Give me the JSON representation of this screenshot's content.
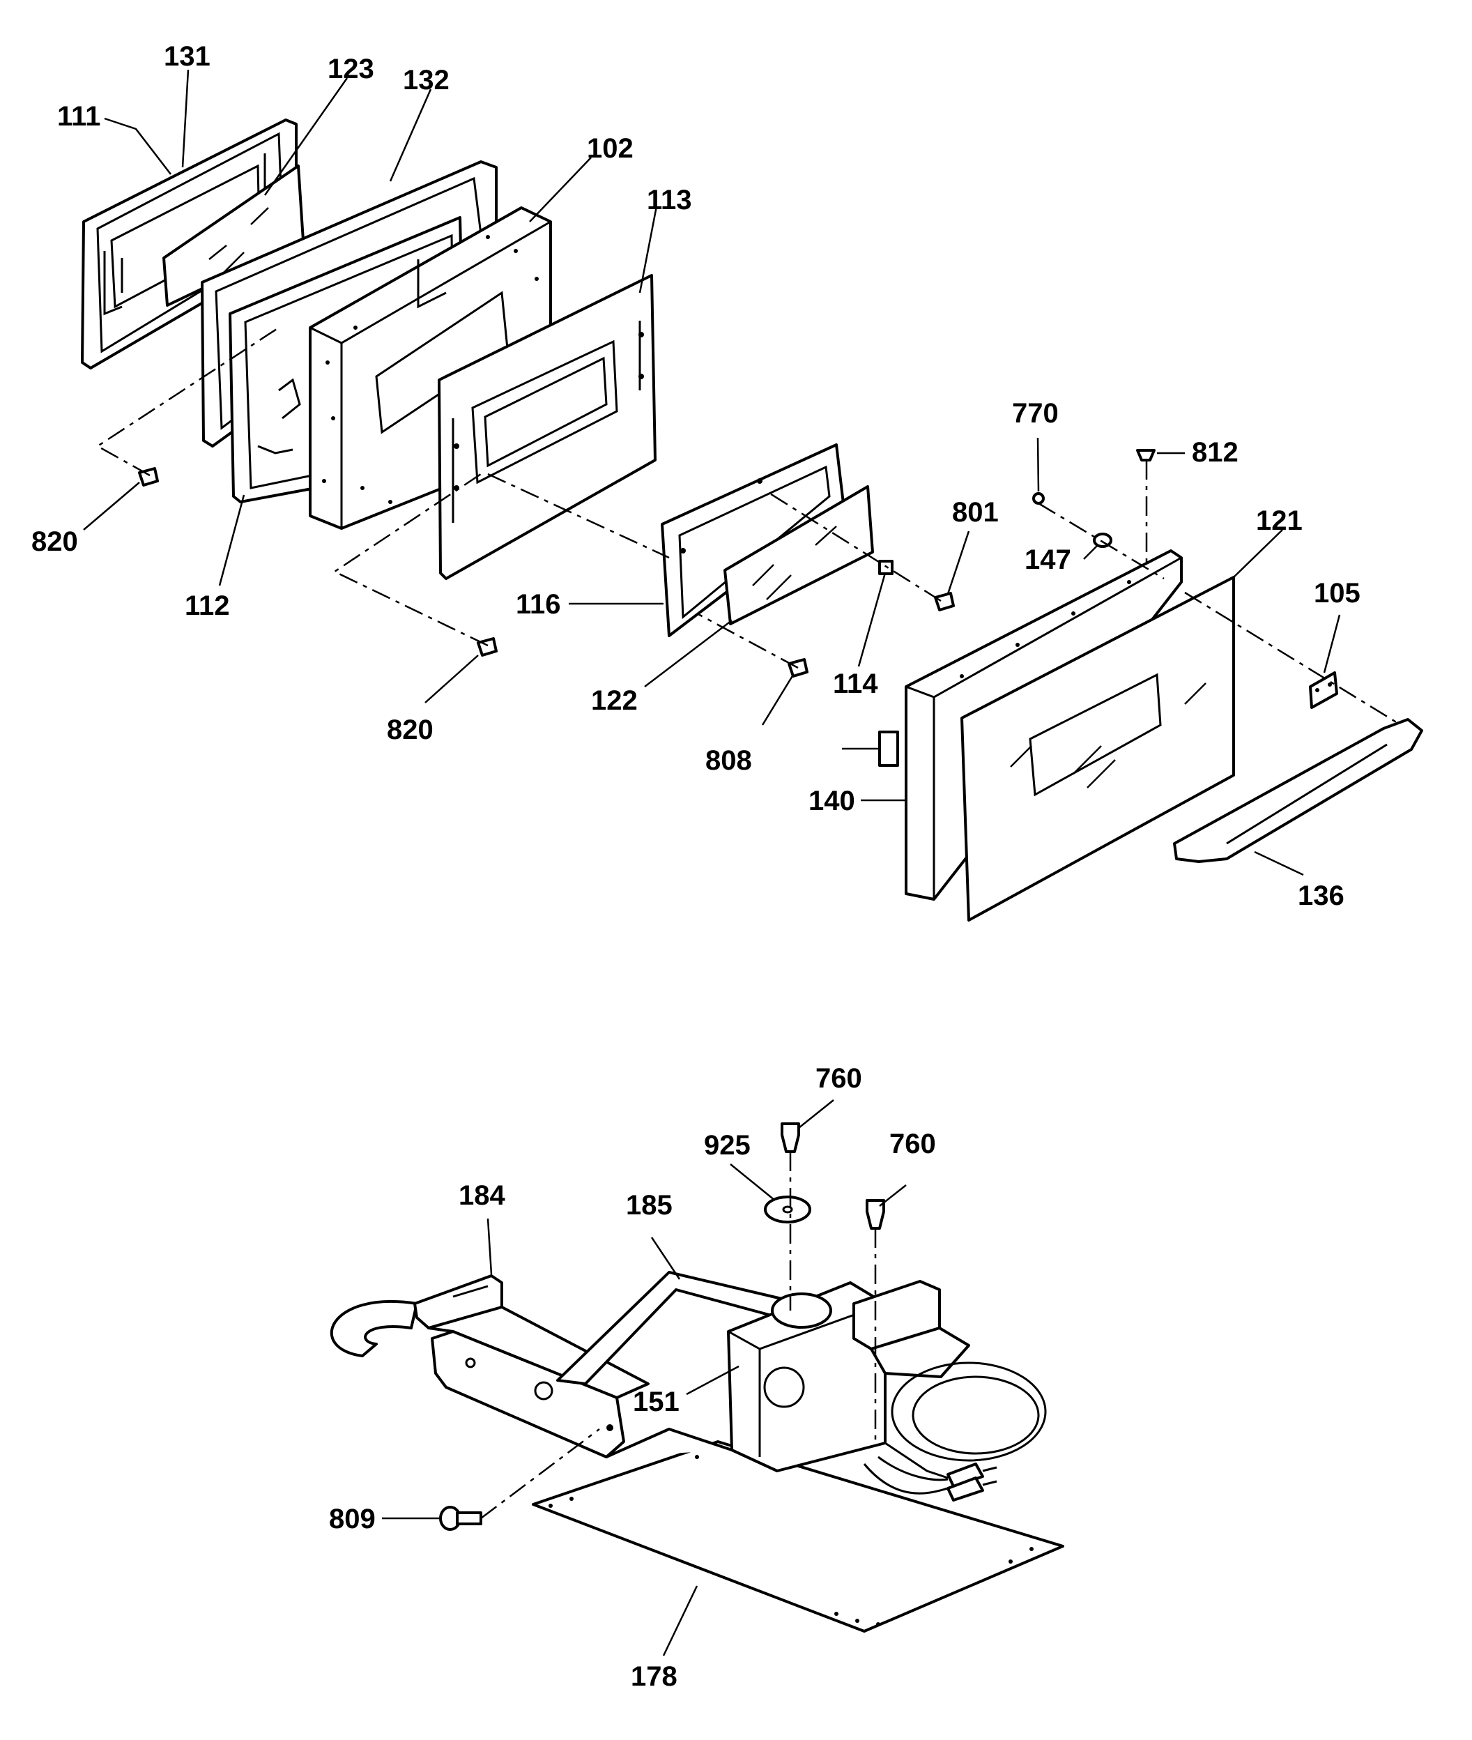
{
  "diagram": {
    "callouts": [
      {
        "id": "111",
        "text": "111"
      },
      {
        "id": "131",
        "text": "131"
      },
      {
        "id": "123",
        "text": "123"
      },
      {
        "id": "132",
        "text": "132"
      },
      {
        "id": "102",
        "text": "102"
      },
      {
        "id": "113",
        "text": "113"
      },
      {
        "id": "820a",
        "text": "820"
      },
      {
        "id": "112",
        "text": "112"
      },
      {
        "id": "820b",
        "text": "820"
      },
      {
        "id": "116",
        "text": "116"
      },
      {
        "id": "122",
        "text": "122"
      },
      {
        "id": "808",
        "text": "808"
      },
      {
        "id": "114",
        "text": "114"
      },
      {
        "id": "801",
        "text": "801"
      },
      {
        "id": "770",
        "text": "770"
      },
      {
        "id": "812",
        "text": "812"
      },
      {
        "id": "147",
        "text": "147"
      },
      {
        "id": "121",
        "text": "121"
      },
      {
        "id": "105",
        "text": "105"
      },
      {
        "id": "140",
        "text": "140"
      },
      {
        "id": "136",
        "text": "136"
      },
      {
        "id": "760a",
        "text": "760"
      },
      {
        "id": "925",
        "text": "925"
      },
      {
        "id": "760b",
        "text": "760"
      },
      {
        "id": "184",
        "text": "184"
      },
      {
        "id": "185",
        "text": "185"
      },
      {
        "id": "151",
        "text": "151"
      },
      {
        "id": "809",
        "text": "809"
      },
      {
        "id": "178",
        "text": "178"
      }
    ]
  }
}
